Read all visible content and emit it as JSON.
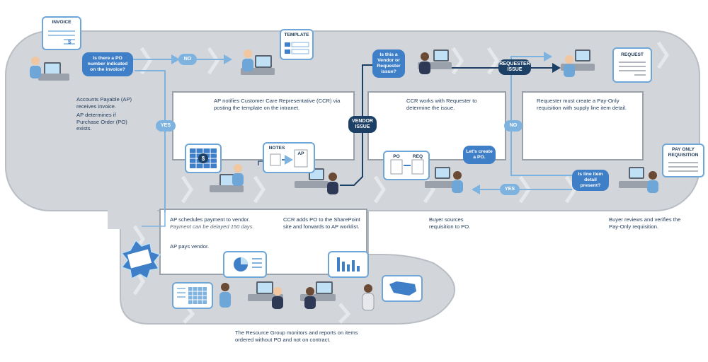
{
  "cards": {
    "invoice": "INVOICE",
    "template": "TEMPLATE",
    "request": "REQUEST",
    "notes": "NOTES",
    "ap": "AP",
    "po": "PO",
    "req": "REQ",
    "pay_only_requisition": "PAY ONLY\nREQUISITION"
  },
  "questions": {
    "po_number": "Is there a PO number indicated on the invoice?",
    "vendor_or_requester": "Is this a Vendor or Requester issue?",
    "line_item": "Is line item detail present?",
    "lets_create": "Let's create a PO."
  },
  "labels": {
    "no_top": "NO",
    "yes_left": "YES",
    "requester_issue": "REQUESTER ISSUE",
    "vendor_issue": "VENDOR ISSUE",
    "no_right": "NO",
    "yes_right": "YES"
  },
  "text": {
    "ap_receives": "Accounts Payable (AP) receives invoice.",
    "ap_determines": "AP determines if Purchase Order (PO) exists.",
    "ap_notifies": "AP notifies Customer Care Representative (CCR) via posting the template on the intranet.",
    "ccr_works": "CCR works with Requester to determine the issue.",
    "requester_must": "Requester must create a Pay-Only requisition with supply line item detail.",
    "ap_schedules": "AP schedules payment to vendor.",
    "payment_delay": "Payment can be delayed 150 days.",
    "ap_pays": "AP pays vendor.",
    "ccr_adds": "CCR adds PO to the SharePoint site and forwards to AP worklist.",
    "buyer_sources": "Buyer sources requisition to PO.",
    "buyer_reviews": "Buyer reviews and verifies the Pay-Only requisition.",
    "resource_group": "The Resource Group monitors and reports on items ordered without PO and not on contract."
  },
  "colors": {
    "track": "#d2d5da",
    "track_edge": "#b9bec5",
    "panel_border": "#9aa1aa",
    "accent": "#3f7fc8",
    "accent_light": "#7eb3e0",
    "accent_dark": "#1c3f66",
    "text": "#1f3a5a"
  },
  "icons": [
    "monitor-icon",
    "calendar-icon",
    "dollar-icon",
    "chart-icon",
    "map-icon",
    "grid-icon",
    "tablet-icon"
  ]
}
